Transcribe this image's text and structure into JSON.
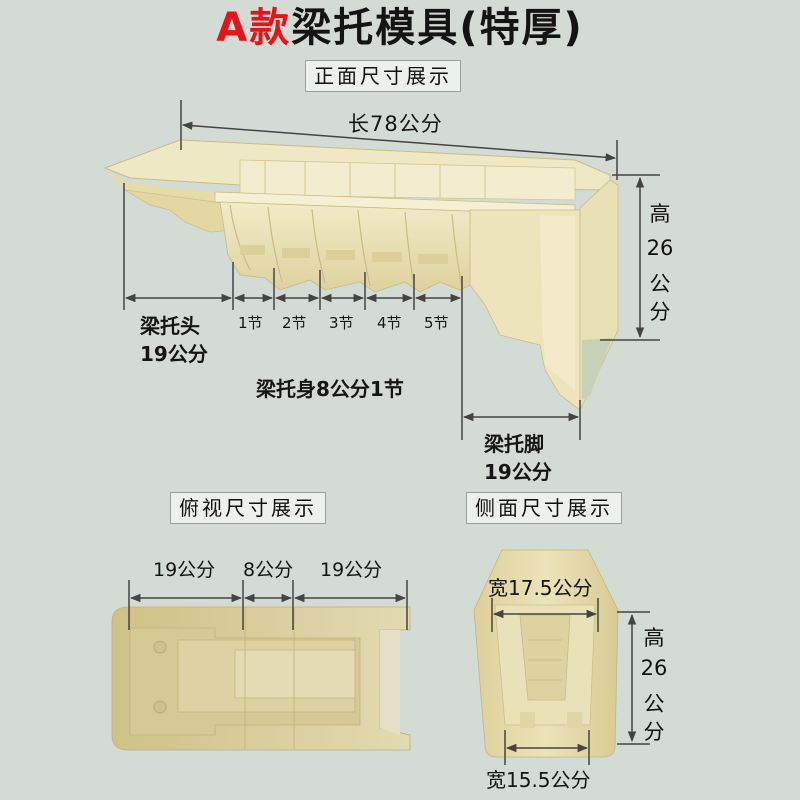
{
  "title": {
    "accent": "A款",
    "main": "梁托模具(特厚)",
    "accent_color": "#e3151b"
  },
  "front_view": {
    "label": "正面尺寸展示",
    "length": "长78公分",
    "height": [
      "高",
      "26",
      "公",
      "分"
    ],
    "head": [
      "梁托头",
      "19公分"
    ],
    "segments": [
      "1节",
      "2节",
      "3节",
      "4节",
      "5节"
    ],
    "body_note": "梁托身8公分1节",
    "foot": [
      "梁托脚",
      "19公分"
    ]
  },
  "top_view": {
    "label": "俯视尺寸展示",
    "dims": [
      "19公分",
      "8公分",
      "19公分"
    ]
  },
  "side_view": {
    "label": "侧面尺寸展示",
    "top_width": "宽17.5公分",
    "bottom_width": "宽15.5公分",
    "height": [
      "高",
      "26",
      "公",
      "分"
    ]
  },
  "colors": {
    "background": "#d4dbd4",
    "mold": "#e8dfb0",
    "dimension_line": "#444444"
  }
}
